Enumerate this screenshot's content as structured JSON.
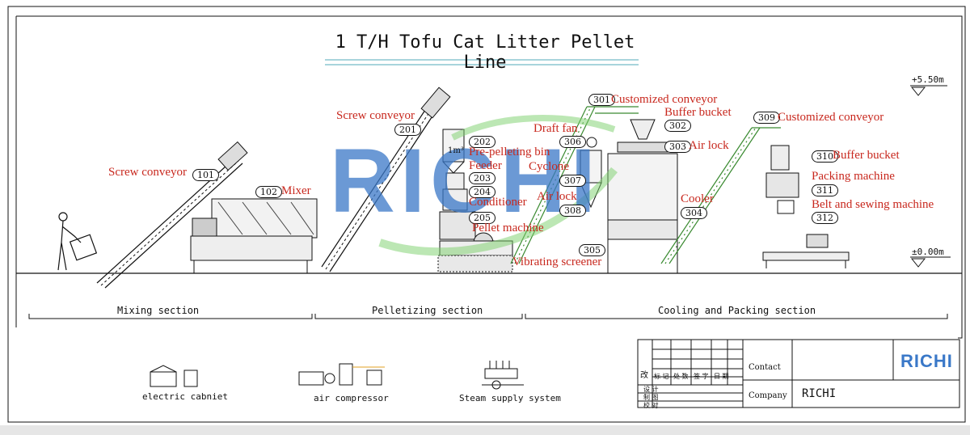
{
  "title": "1 T/H Tofu Cat Litter Pellet Line",
  "brand": {
    "name": "RICHI",
    "blue": "#3a78c8",
    "green": "#3db84a"
  },
  "colors": {
    "label_red": "#c8281e",
    "line": "#111111"
  },
  "elevations": {
    "top": "+5.50m",
    "ground": "±0.00m"
  },
  "equipment": [
    {
      "num": "101",
      "label": "Screw conveyor"
    },
    {
      "num": "102",
      "label": "Mixer"
    },
    {
      "num": "201",
      "label": "Screw conveyor"
    },
    {
      "num": "202",
      "label": "Pre-pelleting bin"
    },
    {
      "num": "203",
      "label": "Feeder"
    },
    {
      "num": "204",
      "label": "Conditioner"
    },
    {
      "num": "205",
      "label": "Pellet machine"
    },
    {
      "num": "301",
      "label": "Customized conveyor"
    },
    {
      "num": "302",
      "label": "Buffer bucket"
    },
    {
      "num": "303",
      "label": "Air lock"
    },
    {
      "num": "304",
      "label": "Cooler"
    },
    {
      "num": "305",
      "label": "Vibrating screener"
    },
    {
      "num": "306",
      "label": "Draft fan"
    },
    {
      "num": "307",
      "label": "Cyclone"
    },
    {
      "num": "308",
      "label": "Air lock"
    },
    {
      "num": "309",
      "label": "Customized conveyor"
    },
    {
      "num": "310",
      "label": "Buffer bucket"
    },
    {
      "num": "311",
      "label": "Packing machine"
    },
    {
      "num": "312",
      "label": "Belt and sewing machine"
    }
  ],
  "bin_note": "1m³",
  "sections": [
    "Mixing section",
    "Pelletizing section",
    "Cooling and Packing section"
  ],
  "legend": [
    "electric cabniet",
    "air compressor",
    "Steam supply system"
  ],
  "title_block": {
    "rev": "改",
    "header_row": [
      "标 记",
      "处 数",
      "签 字",
      "日 期"
    ],
    "rows": [
      "设 计",
      "制 图",
      "校 对"
    ],
    "contact_label": "Contact",
    "company_label": "Company",
    "company_value": "RICHI"
  }
}
